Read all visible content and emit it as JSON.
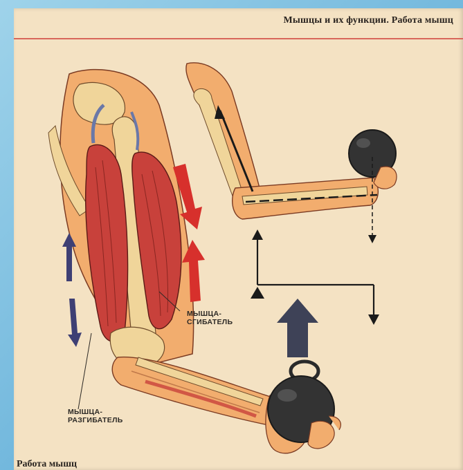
{
  "header": {
    "title": "Мышцы и их функции. Работа мышц"
  },
  "labels": {
    "flexor_line1": "МЫШЦА-",
    "flexor_line2": "СГИБАТЕЛЬ",
    "extensor_line1": "МЫШЦА-",
    "extensor_line2": "РАЗГИБАТЕЛЬ"
  },
  "caption": "Работа мышц",
  "colors": {
    "background": "#f4e2c3",
    "rule": "#d8665a",
    "muscle": "#c8413b",
    "skin": "#f2ad6e",
    "bone": "#f0d59a",
    "contract_arrow": "#d7302c",
    "relax_arrow": "#3e3f74"
  }
}
